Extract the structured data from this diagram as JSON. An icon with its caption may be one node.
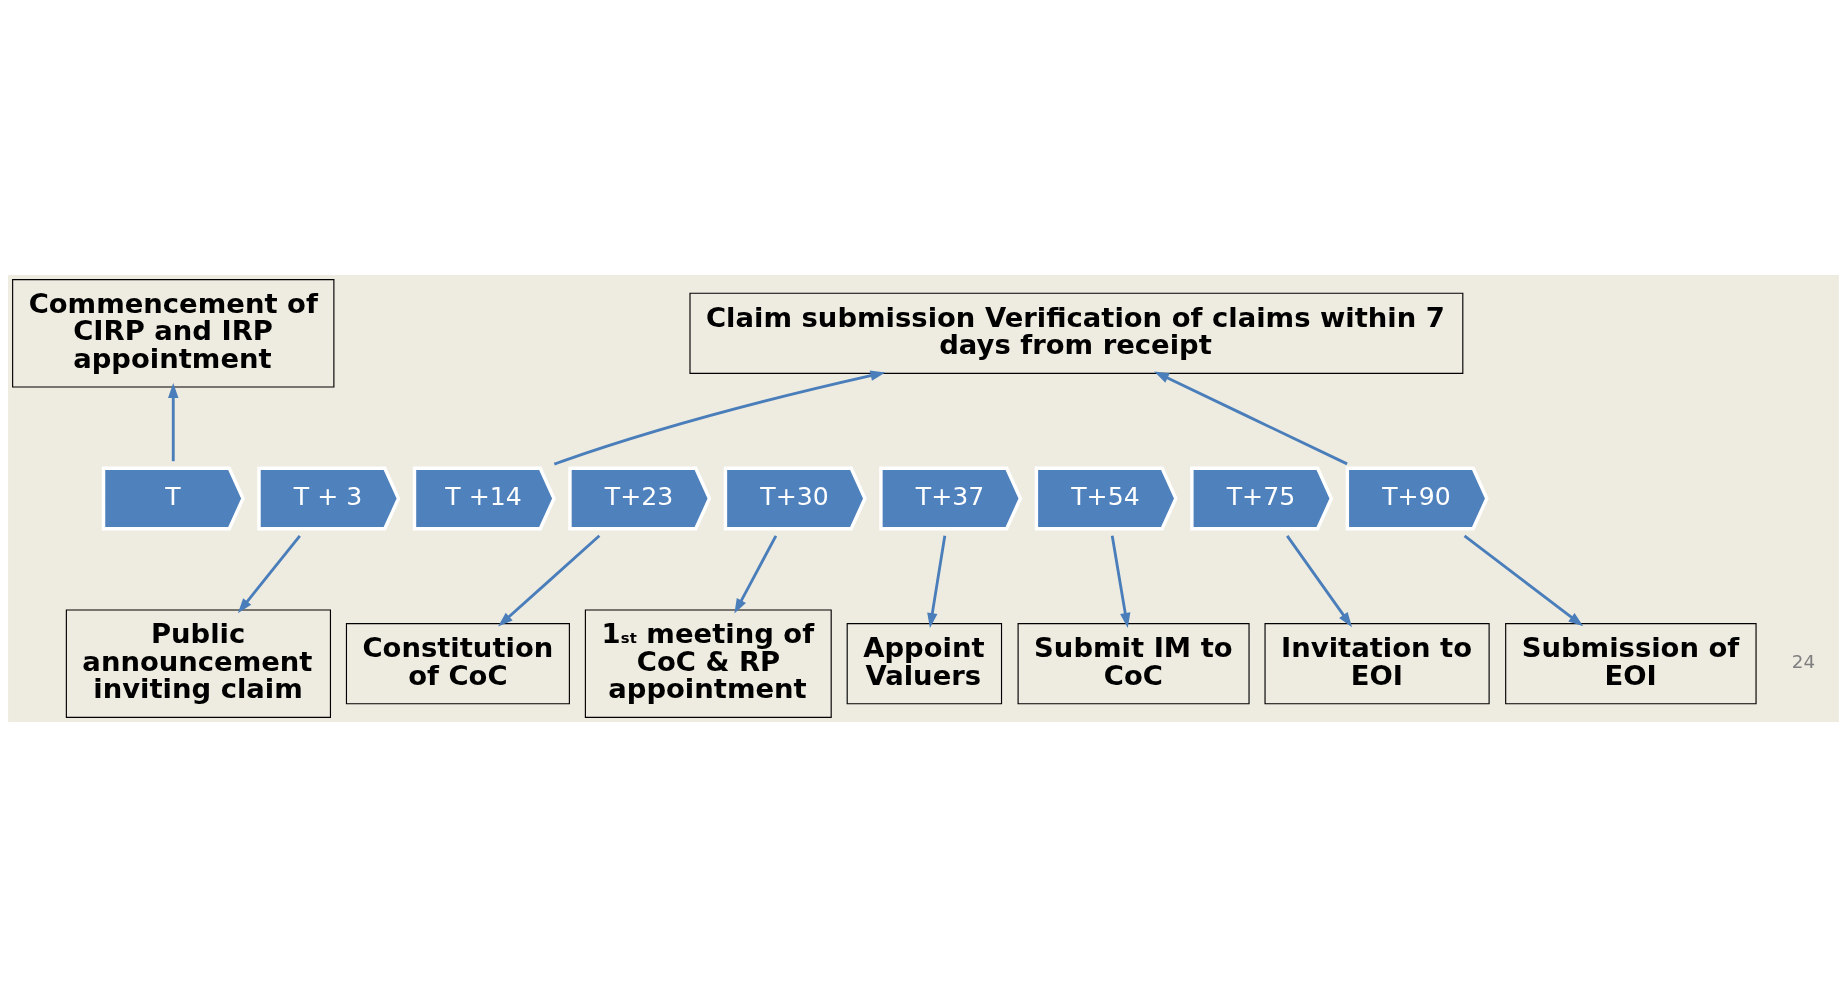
{
  "diagram": {
    "nodes": [
      {
        "text": [
          "Commencement of CIRP and IRP appointment"
        ]
      },
      {
        "text": [
          "Claim submission Verification of claims within 7 days from receipt"
        ]
      },
      {
        "text": [
          "T"
        ]
      },
      {
        "text": [
          "T + 3"
        ]
      },
      {
        "text": [
          "T +14"
        ]
      },
      {
        "text": [
          "T+23"
        ]
      },
      {
        "text": [
          "T+30"
        ]
      },
      {
        "text": [
          "T+37"
        ]
      },
      {
        "text": [
          "T+54"
        ]
      },
      {
        "text": [
          "T+75"
        ]
      },
      {
        "text": [
          "T+90"
        ]
      },
      {
        "text": [
          "Public announcement inviting claim"
        ]
      },
      {
        "text": [
          "Constitution of CoC"
        ]
      },
      {
        "text": [
          "1$^{st}$ meeting of CoC & RP appointment"
        ]
      },
      {
        "text": [
          "Appoint Valuers"
        ]
      },
      {
        "text": [
          "Submit IM to CoC"
        ]
      },
      {
        "text": [
          "Invitation to EOI"
        ]
      },
      {
        "text": [
          "Submission of EOI"
        ]
      }
    ],
    "edges": [
      {
        "from": 2,
        "to": 0,
        "arrow": "to"
      },
      {
        "from": 4,
        "to": 1,
        "arrow": "to"
      },
      {
        "from": 10,
        "to": 1,
        "arrow": "to"
      },
      {
        "from": 3,
        "to": 11,
        "arrow": "to"
      },
      {
        "from": 5,
        "to": 12,
        "arrow": "to"
      },
      {
        "from": 6,
        "to": 13,
        "arrow": "to"
      },
      {
        "from": 7,
        "to": 14,
        "arrow": "to"
      },
      {
        "from": 8,
        "to": 15,
        "arrow": "to"
      },
      {
        "from": 9,
        "to": 16,
        "arrow": "to"
      },
      {
        "from": 10,
        "to": 17,
        "arrow": "to"
      }
    ],
    "labels": [
      "24"
    ]
  }
}
